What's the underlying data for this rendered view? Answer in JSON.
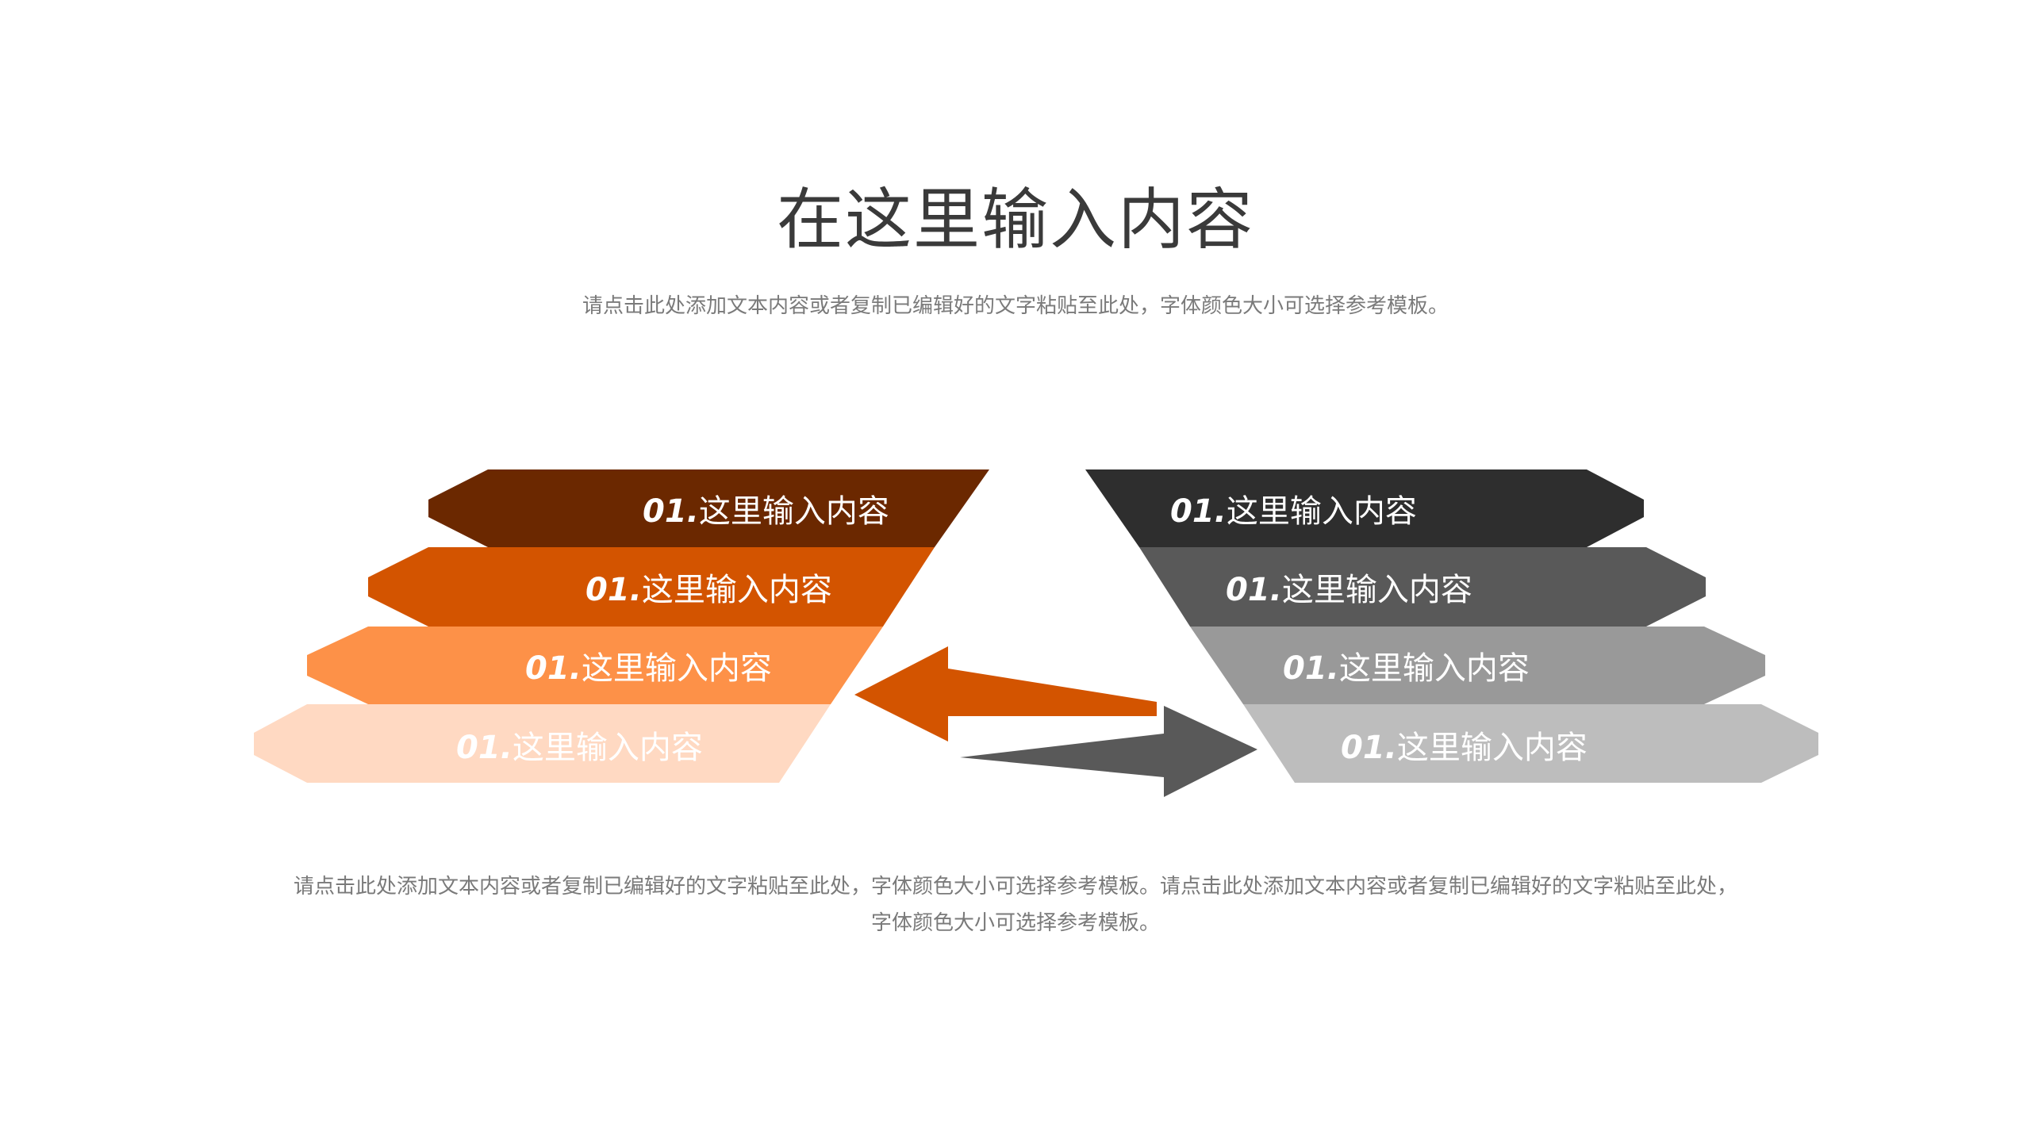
{
  "title": "在这里输入内容",
  "subtitle": "请点击此处添加文本内容或者复制已编辑好的文字粘贴至此处，字体颜色大小可选择参考模板。",
  "footer": {
    "line1": "请点击此处添加文本内容或者复制已编辑好的文字粘贴至此处，字体颜色大小可选择参考模板。请点击此处添加文本内容或者复制已编辑好的文字粘贴至此处，",
    "line2": "字体颜色大小可选择参考模板。"
  },
  "left_bands": [
    {
      "num": "01.",
      "text": "这里输入内容",
      "color": "#6b2800"
    },
    {
      "num": "01.",
      "text": "这里输入内容",
      "color": "#d35400"
    },
    {
      "num": "01.",
      "text": "这里输入内容",
      "color": "#fd9148"
    },
    {
      "num": "01.",
      "text": "这里输入内容",
      "color": "#ffd9c2"
    }
  ],
  "right_bands": [
    {
      "num": "01.",
      "text": "这里输入内容",
      "color": "#2e2e2e"
    },
    {
      "num": "01.",
      "text": "这里输入内容",
      "color": "#595959"
    },
    {
      "num": "01.",
      "text": "这里输入内容",
      "color": "#999999"
    },
    {
      "num": "01.",
      "text": "这里输入内容",
      "color": "#bdbdbd"
    }
  ],
  "arrows": {
    "left_color": "#d35400",
    "right_color": "#595959"
  }
}
